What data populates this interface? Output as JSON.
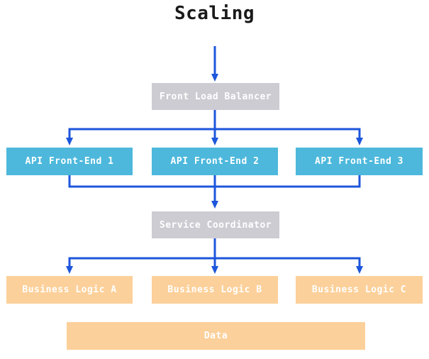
{
  "title": "Scaling",
  "colors": {
    "background": "#ffffff",
    "title-text": "#1a1a1a",
    "arrow": "#1d56db",
    "node-gray": "#cdccd2",
    "node-blue": "#4db8dc",
    "node-orange": "#fcd09a",
    "node-text": "#ffffff"
  },
  "diagram": {
    "nodes": {
      "front_load_balancer": {
        "label": "Front Load Balancer",
        "color_role": "gray"
      },
      "api_front_end_1": {
        "label": "API Front-End 1",
        "color_role": "blue"
      },
      "api_front_end_2": {
        "label": "API Front-End 2",
        "color_role": "blue"
      },
      "api_front_end_3": {
        "label": "API Front-End 3",
        "color_role": "blue"
      },
      "service_coordinator": {
        "label": "Service Coordinator",
        "color_role": "gray"
      },
      "business_logic_a": {
        "label": "Business Logic A",
        "color_role": "orange"
      },
      "business_logic_b": {
        "label": "Business Logic B",
        "color_role": "orange"
      },
      "business_logic_c": {
        "label": "Business Logic C",
        "color_role": "orange"
      },
      "data": {
        "label": "Data",
        "color_role": "orange"
      }
    },
    "edges": [
      {
        "from": "top",
        "to": "front_load_balancer"
      },
      {
        "from": "front_load_balancer",
        "to": "api_front_end_1"
      },
      {
        "from": "front_load_balancer",
        "to": "api_front_end_2"
      },
      {
        "from": "front_load_balancer",
        "to": "api_front_end_3"
      },
      {
        "from": "api_front_end_1",
        "to": "service_coordinator"
      },
      {
        "from": "api_front_end_2",
        "to": "service_coordinator"
      },
      {
        "from": "api_front_end_3",
        "to": "service_coordinator"
      },
      {
        "from": "service_coordinator",
        "to": "business_logic_a"
      },
      {
        "from": "service_coordinator",
        "to": "business_logic_b"
      },
      {
        "from": "service_coordinator",
        "to": "business_logic_c"
      }
    ]
  }
}
